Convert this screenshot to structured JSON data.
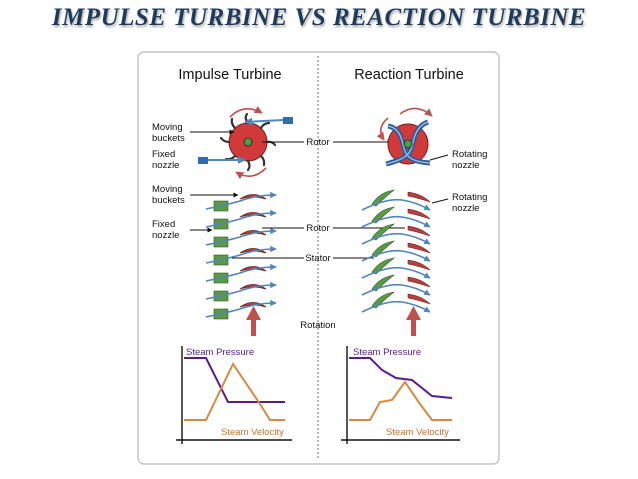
{
  "slide_title": "IMPULSE TURBINE VS REACTION TURBINE",
  "impulse": {
    "title": "Impulse Turbine",
    "label_moving_buckets": [
      "Moving",
      "buckets"
    ],
    "label_fixed_nozzle": [
      "Fixed",
      "nozzle"
    ],
    "label_moving_buckets_2": [
      "Moving",
      "buckets"
    ],
    "label_fixed_nozzle_2": [
      "Fixed",
      "nozzle"
    ],
    "graph_pressure_label": "Steam Pressure",
    "graph_velocity_label": "Steam Velocity"
  },
  "reaction": {
    "title": "Reaction Turbine",
    "label_rotating_nozzle": [
      "Rotating",
      "nozzle"
    ],
    "label_rotating_nozzle_2": [
      "Rotating",
      "nozzle"
    ],
    "graph_pressure_label": "Steam Pressure",
    "graph_velocity_label": "Steam Velocity"
  },
  "center_labels": {
    "rotor_top": "Rotor",
    "rotor": "Rotor",
    "stator": "Stator",
    "rotation": "Rotation"
  },
  "colors": {
    "title": "#1f3b5c",
    "rotor": "#d23a3a",
    "blade_red": "#b5403c",
    "blade_green": "#5a9a45",
    "steam_flow": "#4f86bd",
    "pressure_line": "#5b1a8e",
    "velocity_line": "#d9893f"
  }
}
